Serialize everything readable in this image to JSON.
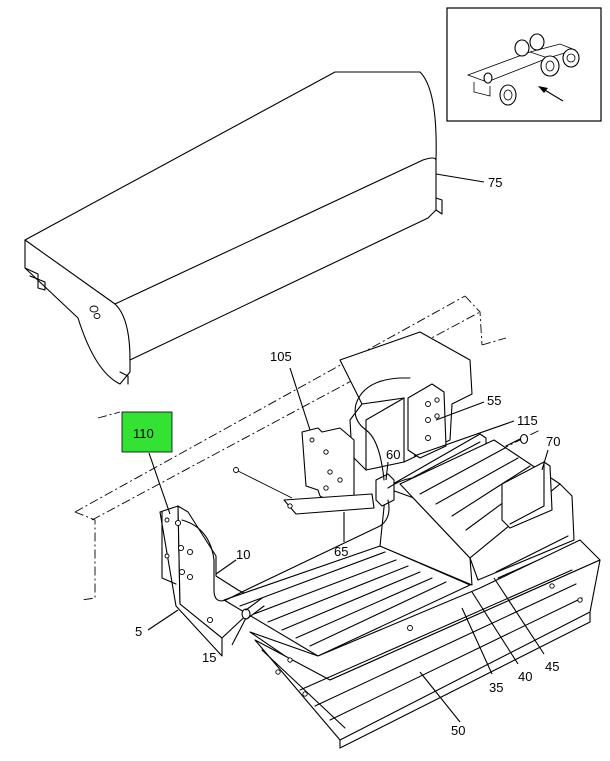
{
  "callouts": {
    "c75": "75",
    "c105": "105",
    "c110": "110",
    "c55": "55",
    "c115": "115",
    "c60": "60",
    "c70": "70",
    "c10": "10",
    "c65": "65",
    "c5": "5",
    "c15": "15",
    "c35": "35",
    "c40": "40",
    "c45": "45",
    "c50": "50"
  },
  "colors": {
    "highlight": "#33e233",
    "line": "#000000",
    "background": "#ffffff"
  }
}
